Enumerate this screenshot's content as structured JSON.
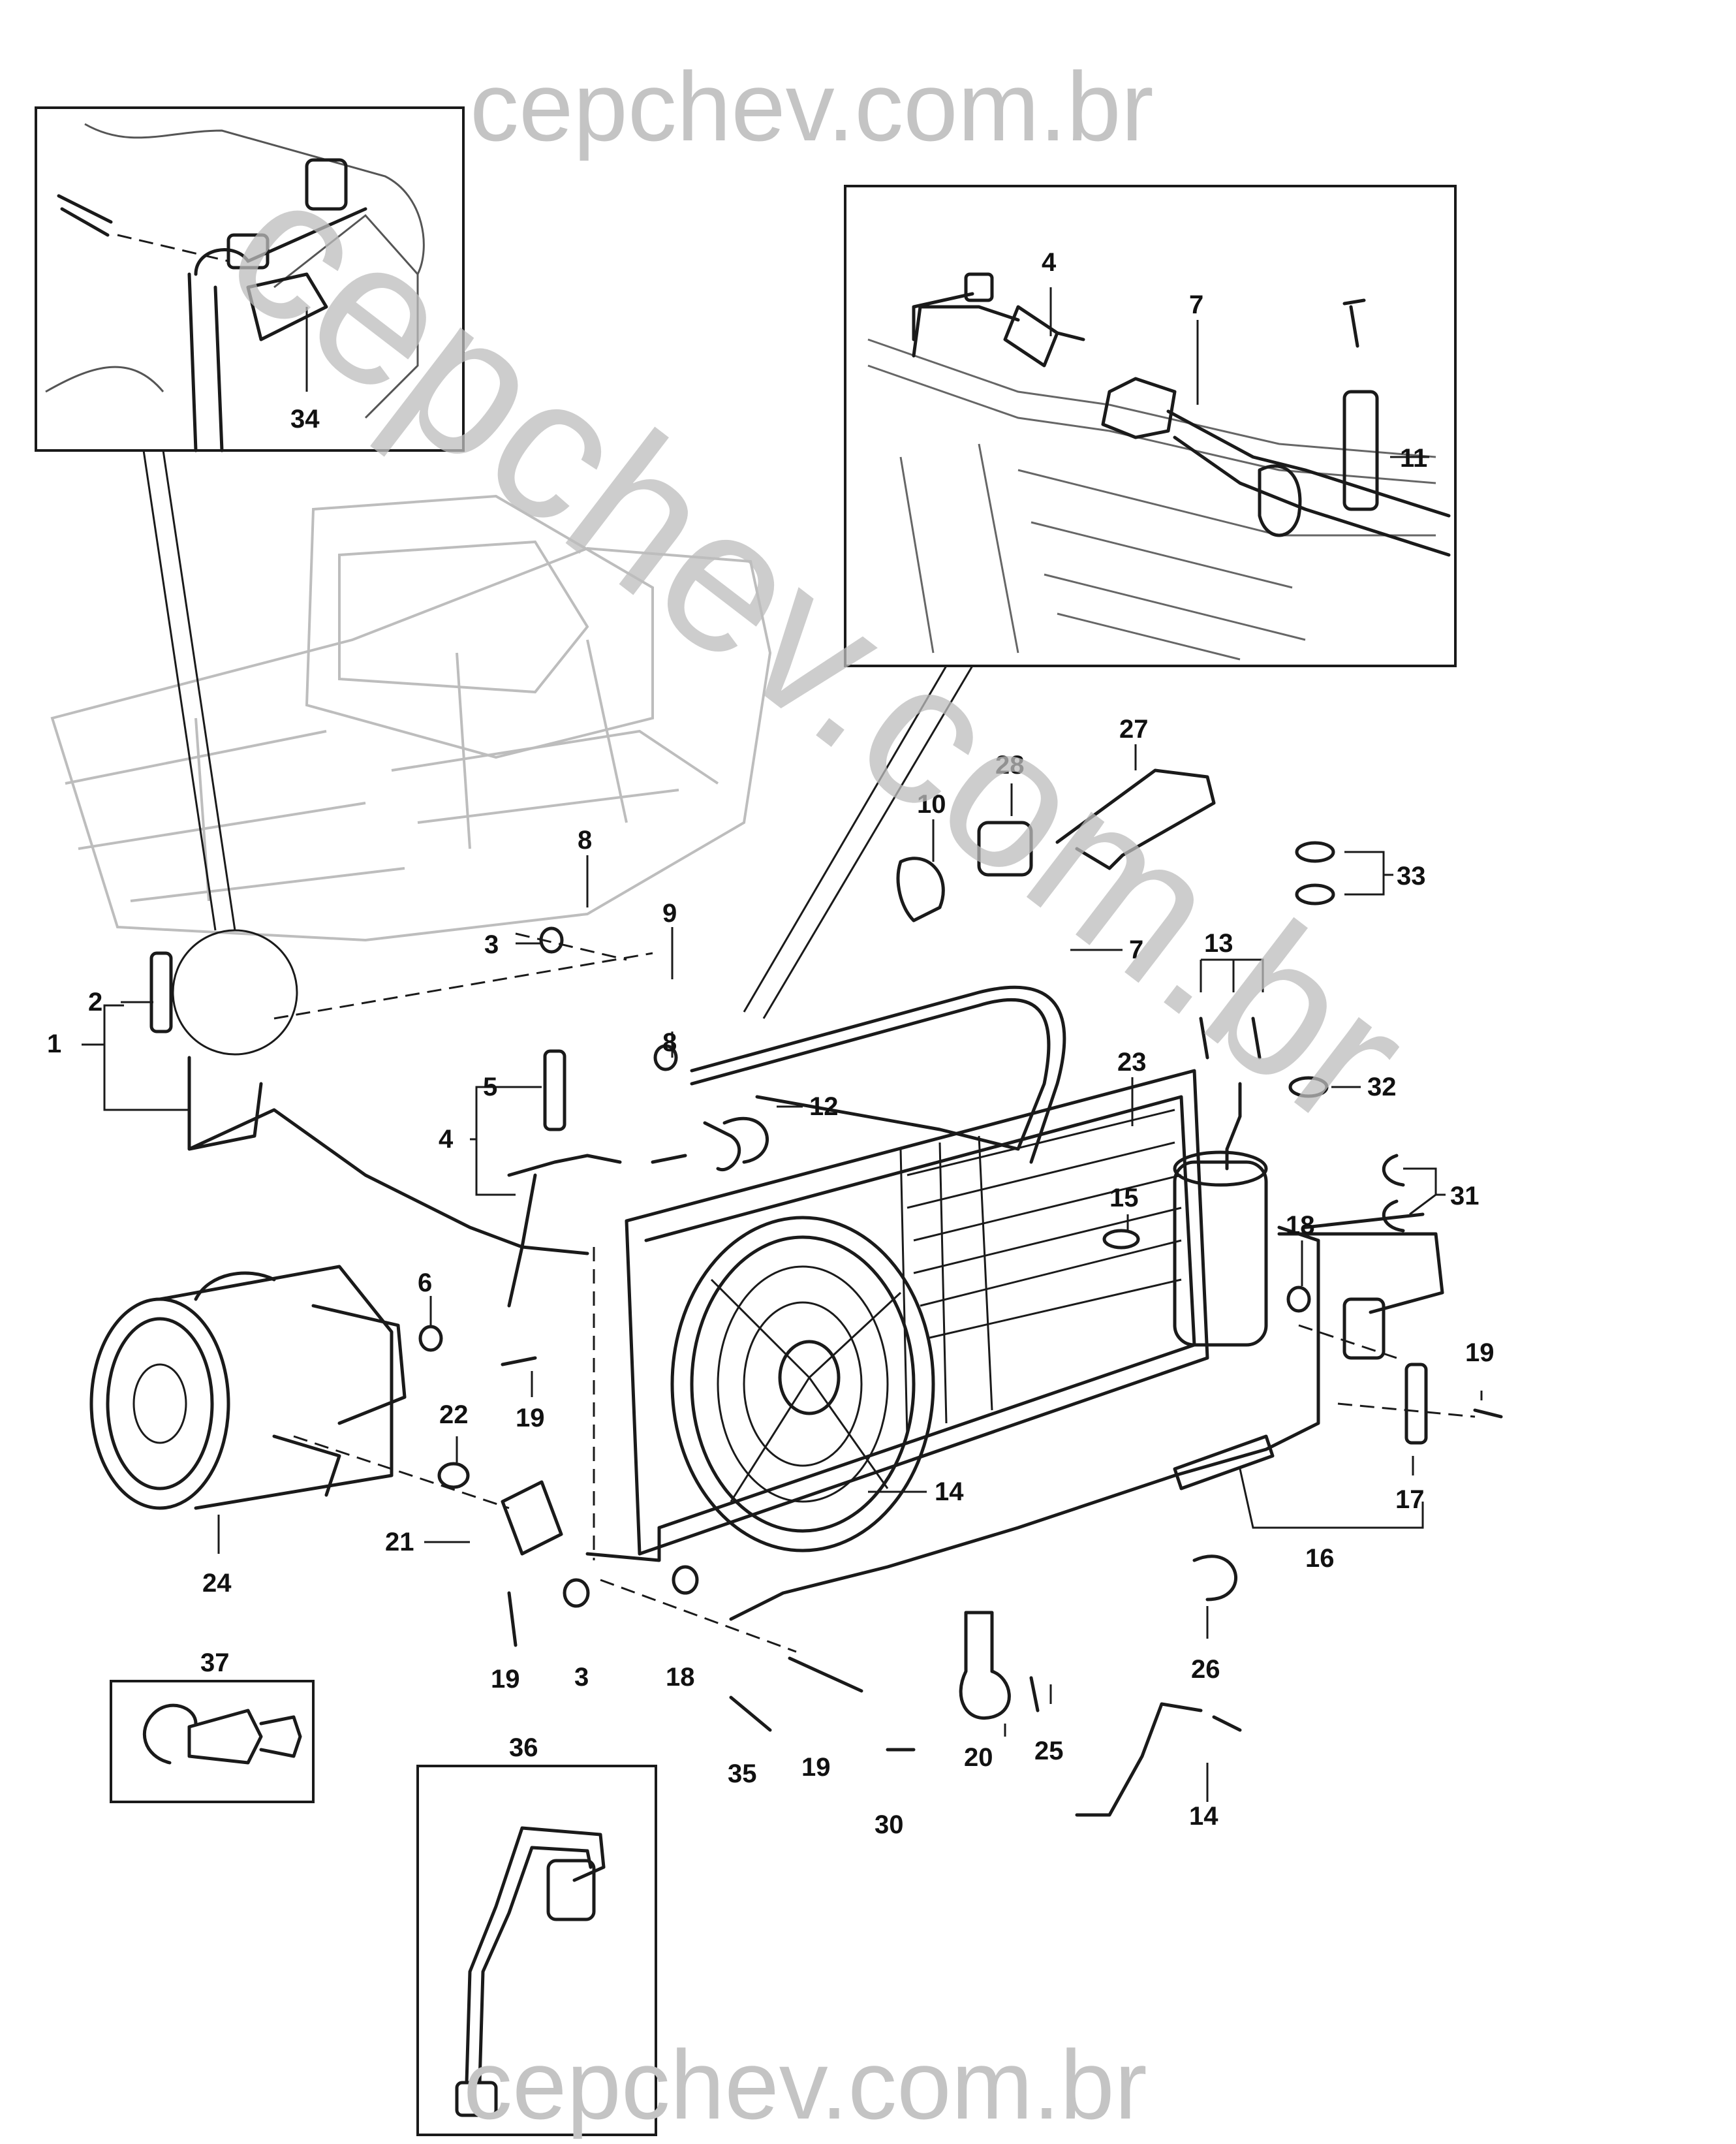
{
  "watermark": {
    "top": "cepchev.com.br",
    "bottom": "cepchev.com.br",
    "diagonal": "cepchev.com.br"
  },
  "labels": [
    {
      "id": "1",
      "text": "1"
    },
    {
      "id": "2",
      "text": "2"
    },
    {
      "id": "3a",
      "text": "3"
    },
    {
      "id": "3b",
      "text": "3"
    },
    {
      "id": "4a",
      "text": "4"
    },
    {
      "id": "4b",
      "text": "4"
    },
    {
      "id": "5",
      "text": "5"
    },
    {
      "id": "6",
      "text": "6"
    },
    {
      "id": "7a",
      "text": "7"
    },
    {
      "id": "7b",
      "text": "7"
    },
    {
      "id": "8a",
      "text": "8"
    },
    {
      "id": "8b",
      "text": "8"
    },
    {
      "id": "9",
      "text": "9"
    },
    {
      "id": "10",
      "text": "10"
    },
    {
      "id": "11",
      "text": "11"
    },
    {
      "id": "12",
      "text": "12"
    },
    {
      "id": "13",
      "text": "13"
    },
    {
      "id": "14a",
      "text": "14"
    },
    {
      "id": "14b",
      "text": "14"
    },
    {
      "id": "15",
      "text": "15"
    },
    {
      "id": "16",
      "text": "16"
    },
    {
      "id": "17",
      "text": "17"
    },
    {
      "id": "18a",
      "text": "18"
    },
    {
      "id": "18b",
      "text": "18"
    },
    {
      "id": "19a",
      "text": "19"
    },
    {
      "id": "19b",
      "text": "19"
    },
    {
      "id": "19c",
      "text": "19"
    },
    {
      "id": "19d",
      "text": "19"
    },
    {
      "id": "20",
      "text": "20"
    },
    {
      "id": "21",
      "text": "21"
    },
    {
      "id": "22",
      "text": "22"
    },
    {
      "id": "23",
      "text": "23"
    },
    {
      "id": "24",
      "text": "24"
    },
    {
      "id": "25",
      "text": "25"
    },
    {
      "id": "26",
      "text": "26"
    },
    {
      "id": "27",
      "text": "27"
    },
    {
      "id": "28",
      "text": "28"
    },
    {
      "id": "30",
      "text": "30"
    },
    {
      "id": "31",
      "text": "31"
    },
    {
      "id": "32",
      "text": "32"
    },
    {
      "id": "33",
      "text": "33"
    },
    {
      "id": "34",
      "text": "34"
    },
    {
      "id": "35",
      "text": "35"
    },
    {
      "id": "36",
      "text": "36"
    },
    {
      "id": "37",
      "text": "37"
    }
  ]
}
